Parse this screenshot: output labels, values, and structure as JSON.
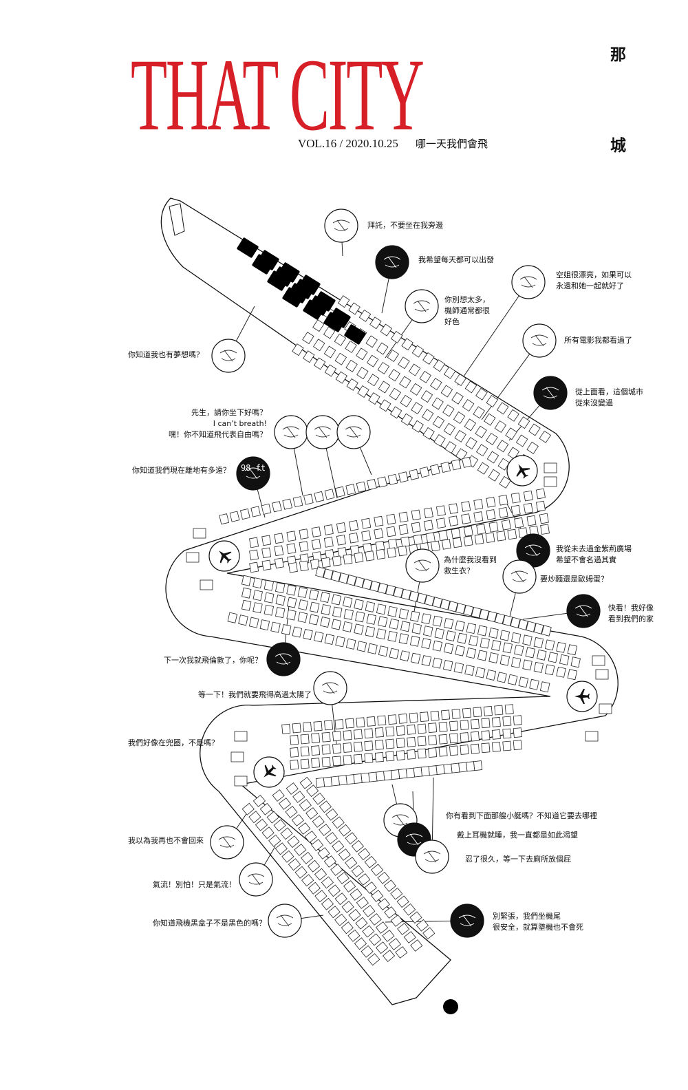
{
  "header": {
    "masthead": "THAT CITY",
    "issue": "VOL.16 / 2020.10.25",
    "theme": "哪一天我們會飛",
    "vertical_title": [
      "那",
      "城"
    ]
  },
  "vignettes": [
    {
      "id": "v1",
      "icon": "ceiling-vent-icon",
      "text": "拜託，不要坐在我旁邊"
    },
    {
      "id": "v2",
      "icon": "passport-icon",
      "text": "我希望每天都可以出發"
    },
    {
      "id": "v3",
      "icon": "stewardess-icon",
      "text": "空姐很漂亮，如果可以\n永遠和她一起就好了"
    },
    {
      "id": "v4",
      "icon": "pilot-hat-icon",
      "text": "你別想太多，\n機師通常都很\n好色"
    },
    {
      "id": "v5",
      "icon": "screen-icon",
      "text": "所有電影我都看過了"
    },
    {
      "id": "v6",
      "icon": "airplane-sketch-icon",
      "text": "你知道我也有夢想嗎？"
    },
    {
      "id": "v7",
      "icon": "city-view-icon",
      "text": "從上面看，這個城市\n從來沒變過"
    },
    {
      "id": "v8",
      "icon": "oxygen-mask-icon",
      "text": "先生，請你坐下好嗎？\nI can’t breath!\n嘿！你不知道飛代表自由嗎？"
    },
    {
      "id": "v9",
      "icon": "altimeter-icon",
      "text": "你知道我們現在離地有多遠？",
      "badge": "98 ft"
    },
    {
      "id": "v10",
      "icon": "bauhinia-icon",
      "text": "我從未去過金紫荊廣場\n希望不會名過其實"
    },
    {
      "id": "v11",
      "icon": "life-vest-icon",
      "text": "為什麼我沒看到\n救生衣？"
    },
    {
      "id": "v12",
      "icon": "meal-tray-icon",
      "text": "要炒麵還是歐姆蛋？"
    },
    {
      "id": "v13",
      "icon": "house-view-icon",
      "text": "快看！我好像\n看到我們的家"
    },
    {
      "id": "v14",
      "icon": "long-hair-icon",
      "text": "下一次我就飛倫敦了，你呢？"
    },
    {
      "id": "v15",
      "icon": "sun-cloud-icon",
      "text": "等一下！我們就要飛得高過太陽了"
    },
    {
      "id": "v16",
      "icon": "circle-route-icon",
      "text": "我們好像在兜圈，不是嗎？"
    },
    {
      "id": "v17",
      "icon": "small-boat-icon",
      "text": "你有看到下面那艘小艇嗎？不知道它要去哪裡"
    },
    {
      "id": "v18",
      "icon": "ear-icon",
      "text": "戴上耳機就睡，我一直都是如此渴望"
    },
    {
      "id": "v19",
      "icon": "lavatory-icon",
      "text": "忍了很久，等一下去廁所放個屁"
    },
    {
      "id": "v20",
      "icon": "window-view-icon",
      "text": "我以為我再也不會回來"
    },
    {
      "id": "v21",
      "icon": "turbulence-icon",
      "text": "氣流！別怕！只是氣流！"
    },
    {
      "id": "v22",
      "icon": "black-box-icon",
      "text": "你知道飛機黑盒子不是黑色的嗎？"
    },
    {
      "id": "v23",
      "icon": "holding-hands-icon",
      "text": "別緊張，我們坐機尾\n很安全，就算墜機也不會死"
    }
  ]
}
